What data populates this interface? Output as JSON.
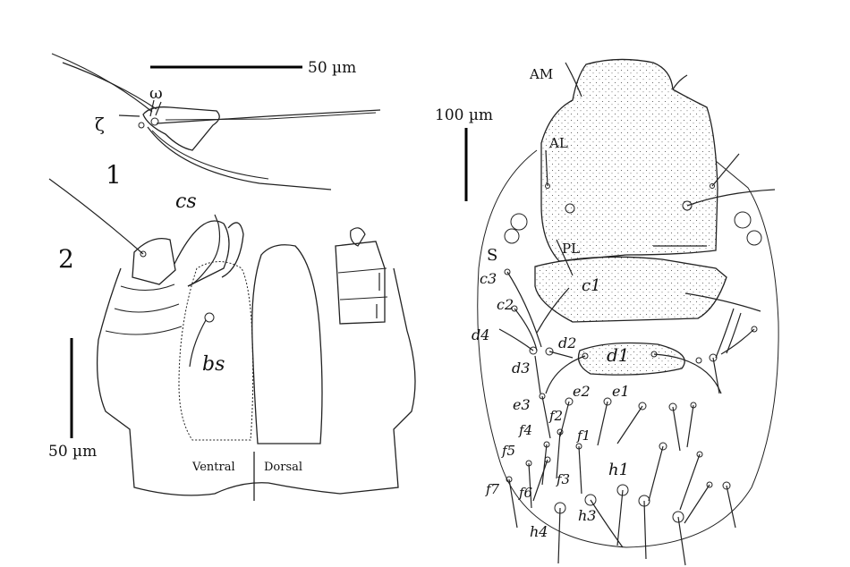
{
  "figure_numbers": {
    "fig1": "1",
    "fig2": "2"
  },
  "scale_bars": {
    "fig1": "50 µm",
    "fig2": "50 µm",
    "fig3": "100 µm"
  },
  "fig1_labels": {
    "omega": "ω",
    "zeta": "ζ"
  },
  "fig2_labels": {
    "cs": "cs",
    "bs": "bs",
    "ventral": "Ventral",
    "dorsal": "Dorsal"
  },
  "dorsal_labels": {
    "AM": "AM",
    "AL": "AL",
    "PL": "PL",
    "S": "S",
    "c1": "c1",
    "c2": "c2",
    "c3": "c3",
    "d1": "d1",
    "d2": "d2",
    "d3": "d3",
    "d4": "d4",
    "e1": "e1",
    "e2": "e2",
    "e3": "e3",
    "f1": "f1",
    "f2": "f2",
    "f3": "f3",
    "f4": "f4",
    "f5": "f5",
    "f6": "f6",
    "f7": "f7",
    "h1": "h1",
    "h3": "h3",
    "h4": "h4"
  },
  "colors": {
    "ink": "#222222",
    "background": "#ffffff"
  }
}
